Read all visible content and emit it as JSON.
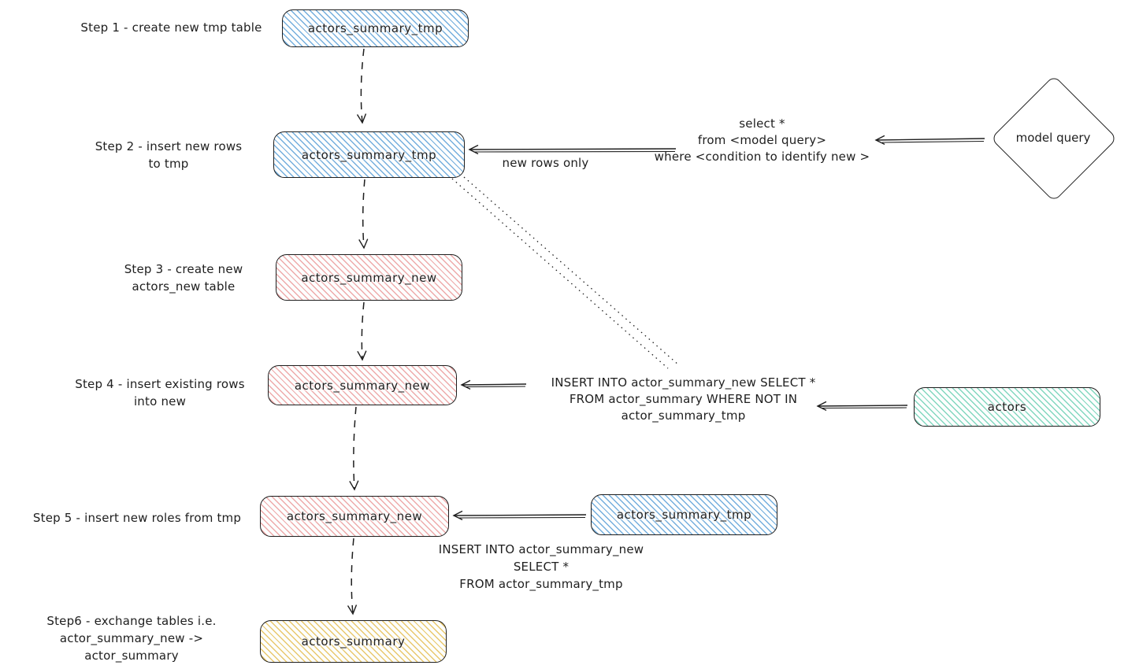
{
  "colors": {
    "stroke": "#1e1e1e",
    "canvas-bg": "#ffffff",
    "blue-hatch": "#74aedd",
    "pink-hatch": "#eeaaaa",
    "teal-hatch": "#82d7bf",
    "yellow-hatch": "#e9c86d"
  },
  "steps": [
    {
      "label_lines": [
        "Step 1 - create new tmp table"
      ],
      "node": "actors_summary_tmp"
    },
    {
      "label_lines": [
        "Step 2 - insert new rows",
        "to tmp"
      ],
      "node": "actors_summary_tmp"
    },
    {
      "label_lines": [
        "Step 3 - create new",
        "actors_new table"
      ],
      "node": "actors_summary_new"
    },
    {
      "label_lines": [
        "Step 4 - insert existing rows",
        "into new"
      ],
      "node": "actors_summary_new"
    },
    {
      "label_lines": [
        "Step 5 - insert new roles from tmp"
      ],
      "node": "actors_summary_new"
    },
    {
      "label_lines": [
        "Step6 - exchange tables i.e.",
        "actor_summary_new -> actor_summary"
      ],
      "node": "actors_summary"
    }
  ],
  "side_nodes": {
    "model_query": "model query",
    "actors": "actors",
    "tmp_source": "actors_summary_tmp"
  },
  "annotations": {
    "new_rows_only": "new rows only",
    "model_query_sql": [
      "select *",
      "from <model query>",
      "where <condition to identify new >"
    ],
    "insert_existing_sql": [
      "INSERT INTO actor_summary_new SELECT *",
      "FROM actor_summary WHERE NOT IN",
      "actor_summary_tmp"
    ],
    "insert_new_sql": [
      "INSERT INTO actor_summary_new",
      "SELECT *",
      "FROM actor_summary_tmp"
    ]
  }
}
